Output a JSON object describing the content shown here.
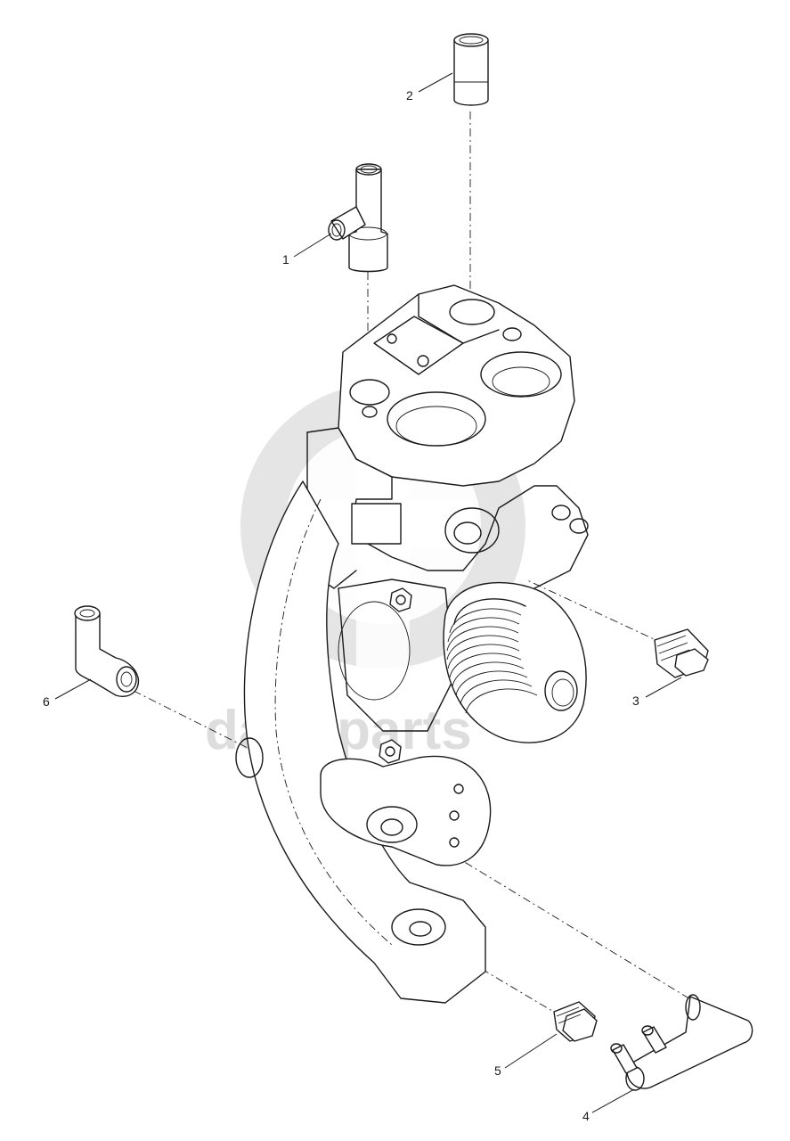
{
  "watermark": {
    "text": "data-parts",
    "color": "#cfcfcf"
  },
  "callouts": [
    {
      "id": "1",
      "label": "1"
    },
    {
      "id": "2",
      "label": "2"
    },
    {
      "id": "3",
      "label": "3"
    },
    {
      "id": "4",
      "label": "4"
    },
    {
      "id": "5",
      "label": "5"
    },
    {
      "id": "6",
      "label": "6"
    }
  ],
  "colors": {
    "line": "#1a1a1a",
    "background": "#ffffff"
  }
}
